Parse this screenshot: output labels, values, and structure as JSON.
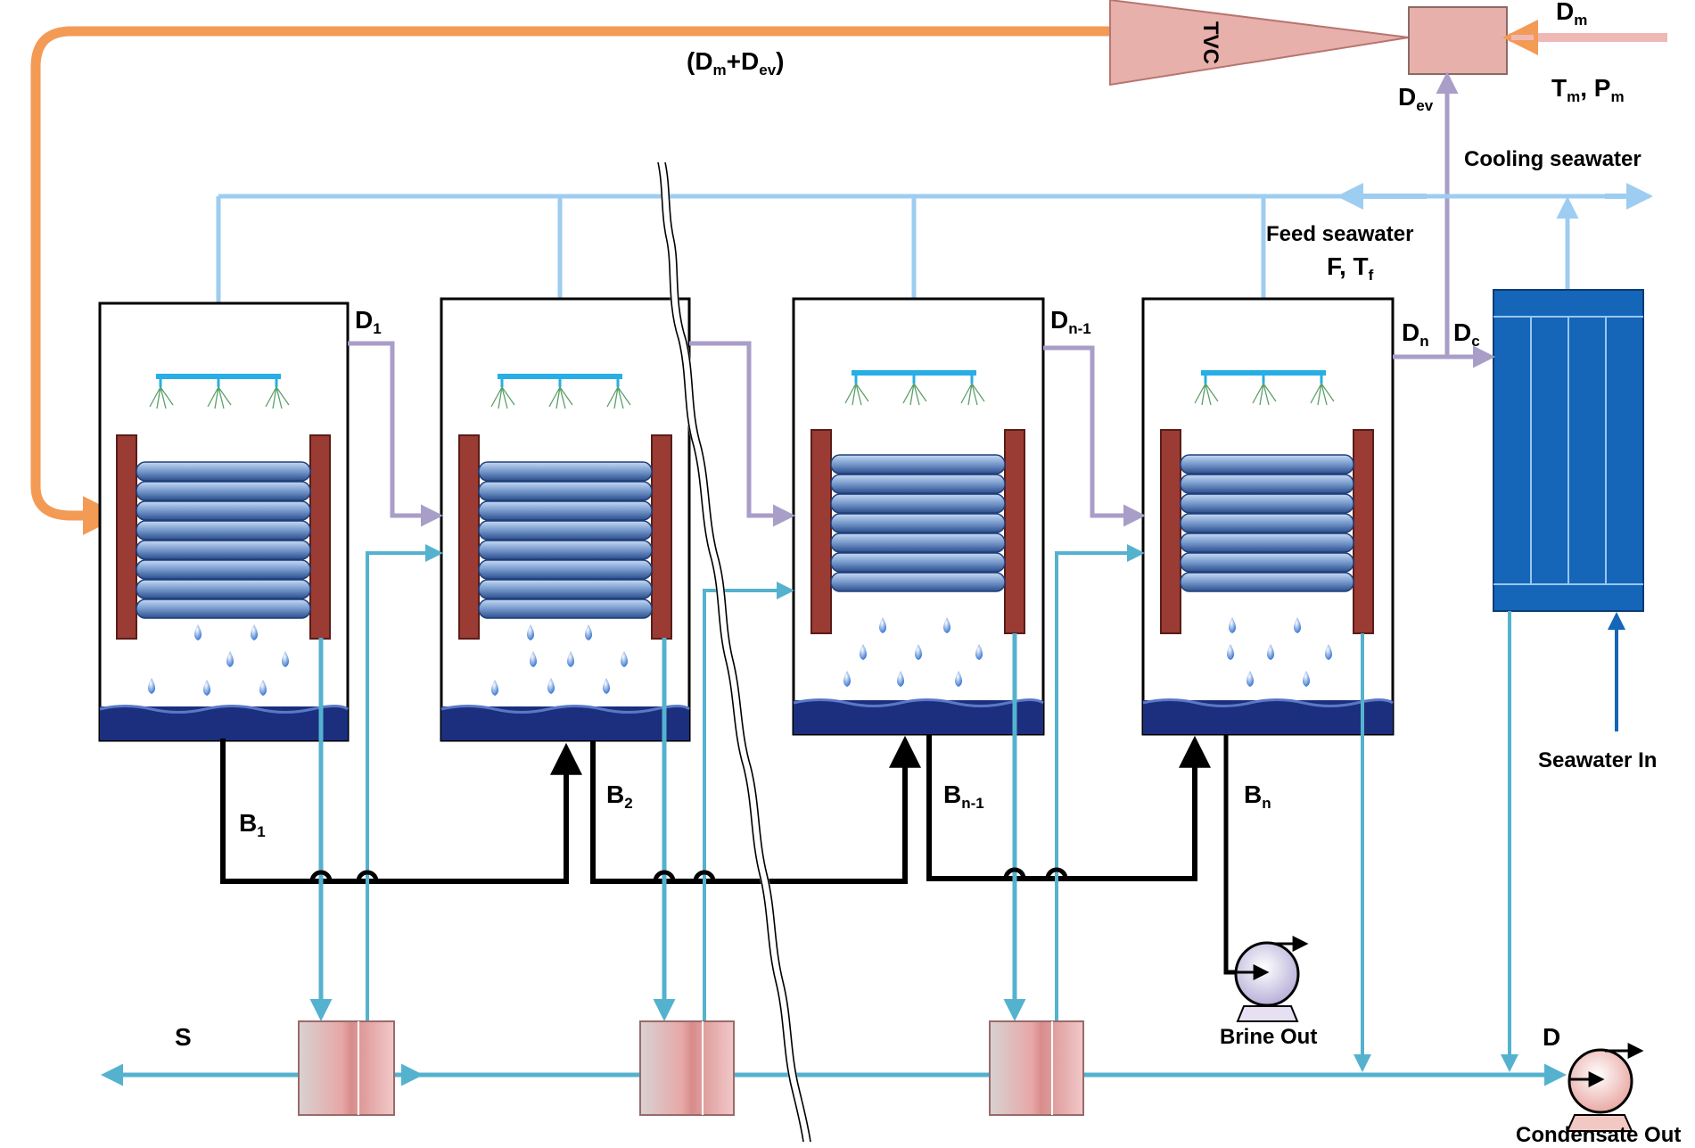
{
  "labels": {
    "dm_top": "D",
    "dm_top_sub": "m",
    "tvc": "TVC",
    "sum_text": [
      "(D",
      "m",
      "+D",
      "ev",
      ")"
    ],
    "dev": "D",
    "dev_sub": "ev",
    "tm_pm": [
      "T",
      "m",
      ",  P",
      "m"
    ],
    "cooling_seawater": "Cooling seawater",
    "feed_seawater": "Feed seawater",
    "f_tf": [
      "F,  T",
      "f"
    ],
    "d1": "D",
    "d1_sub": "1",
    "dn1": "D",
    "dn1_sub": "n-1",
    "dn": "D",
    "dn_sub": "n",
    "dc": "D",
    "dc_sub": "c",
    "b1": "B",
    "b1_sub": "1",
    "b2": "B",
    "b2_sub": "2",
    "bn1": "B",
    "bn1_sub": "n-1",
    "bn": "B",
    "bn_sub": "n",
    "seawater_in": "Seawater In",
    "brine_out": "Brine Out",
    "s_label": "S",
    "d_label": "D",
    "condensate_out": "Condensate Out"
  },
  "colors": {
    "steam_line": "#f39a55",
    "tvc_fill": "#e8b0aa",
    "vapor_line": "#a89ec8",
    "seawater_line": "#9dcdf0",
    "product_line": "#55b2cf",
    "brine_line": "#000000",
    "brine_pool": "#1b2f7e",
    "tube_sheet": "#9a3b34",
    "condenser": "#1565b8",
    "spray_bar": "#27aee6"
  }
}
